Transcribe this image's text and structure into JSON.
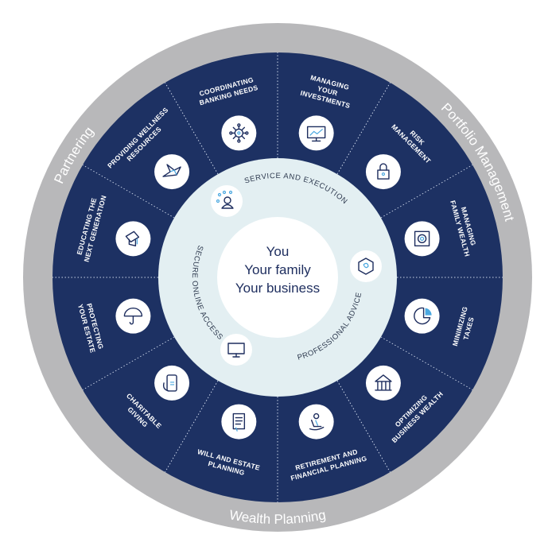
{
  "colors": {
    "outer_ring": "#b8b8ba",
    "navy": "#1d3163",
    "light_ring": "#e3eff2",
    "center": "#ffffff",
    "text_dark": "#1d2d5e",
    "accent": "#4aa8e0"
  },
  "outer_ring": {
    "partnering": "Partnering",
    "portfolio": "Portfolio Management",
    "wealth": "Wealth Planning"
  },
  "segments": [
    {
      "lines": [
        "MANAGING",
        "YOUR",
        "INVESTMENTS"
      ],
      "icon": "monitor-chart-icon"
    },
    {
      "lines": [
        "RISK",
        "MANAGEMENT"
      ],
      "icon": "lock-icon"
    },
    {
      "lines": [
        "MANAGING",
        "FAMILY WEALTH"
      ],
      "icon": "safe-icon"
    },
    {
      "lines": [
        "MINIMIZING",
        "TAXES"
      ],
      "icon": "pie-chart-icon"
    },
    {
      "lines": [
        "OPTIMIZING",
        "BUSINESS WEALTH"
      ],
      "icon": "building-icon"
    },
    {
      "lines": [
        "RETIREMENT AND",
        "FINANCIAL PLANNING"
      ],
      "icon": "rocking-chair-icon"
    },
    {
      "lines": [
        "WILL AND ESTATE",
        "PLANNING"
      ],
      "icon": "document-icon"
    },
    {
      "lines": [
        "CHARITABLE",
        "GIVING"
      ],
      "icon": "phone-donation-icon"
    },
    {
      "lines": [
        "PROTECTING",
        "YOUR ESTATE"
      ],
      "icon": "umbrella-icon"
    },
    {
      "lines": [
        "EDUCATING THE",
        "NEXT GENERATION"
      ],
      "icon": "graduation-cap-icon"
    },
    {
      "lines": [
        "PROVIDING WELLNESS",
        "RESOURCES"
      ],
      "icon": "origami-bird-icon"
    },
    {
      "lines": [
        "COORDINATING",
        "BANKING NEEDS"
      ],
      "icon": "network-icon"
    }
  ],
  "inner_ring": {
    "service": {
      "label": "SERVICE AND EXECUTION",
      "icon": "person-stars-icon"
    },
    "advice": {
      "label": "PROFESSIONAL ADVICE",
      "icon": "hexagon-network-icon"
    },
    "access": {
      "label": "SECURE ONLINE ACCESS",
      "icon": "computer-icon"
    }
  },
  "center": {
    "line1": "You",
    "line2": "Your family",
    "line3": "Your business"
  }
}
